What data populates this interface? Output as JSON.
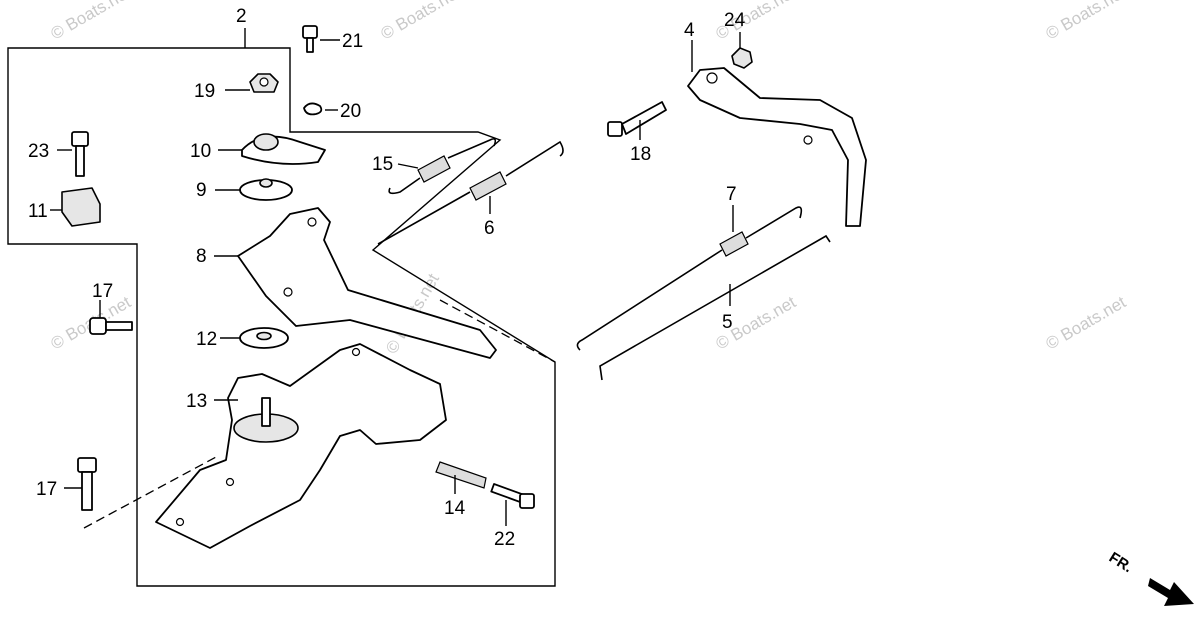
{
  "callouts": {
    "c2": "2",
    "c4": "4",
    "c5": "5",
    "c6": "6",
    "c7": "7",
    "c8": "8",
    "c9": "9",
    "c10": "10",
    "c11": "11",
    "c12": "12",
    "c13": "13",
    "c14": "14",
    "c15": "15",
    "c17a": "17",
    "c17b": "17",
    "c18": "18",
    "c19": "19",
    "c20": "20",
    "c21": "21",
    "c22": "22",
    "c23": "23",
    "c24": "24"
  },
  "watermark": "© Boats.net",
  "direction_label": "FR."
}
